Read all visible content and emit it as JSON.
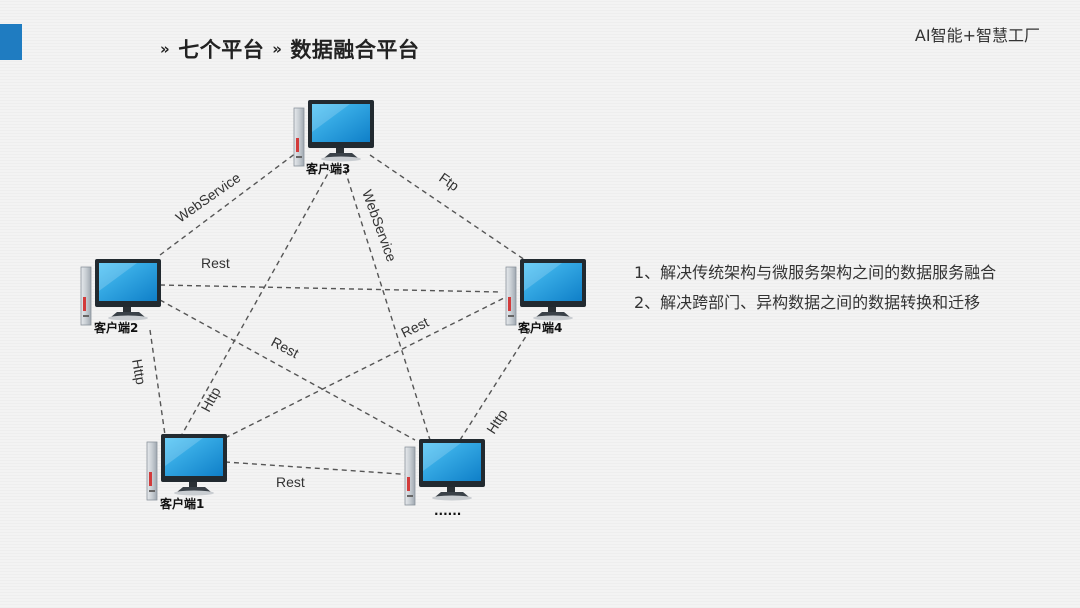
{
  "header": {
    "section_chevron": "»",
    "section_title": "七个平台",
    "subsection_chevron": "»",
    "subsection_title": "数据融合平台",
    "brand": "AI智能+智慧工厂"
  },
  "diagram": {
    "nodes": [
      {
        "id": "client3",
        "label": "客户端3"
      },
      {
        "id": "client2",
        "label": "客户端2"
      },
      {
        "id": "client4",
        "label": "客户端4"
      },
      {
        "id": "client1",
        "label": "客户端1"
      },
      {
        "id": "client_more",
        "label": "......"
      }
    ],
    "edges": [
      {
        "from": "client2",
        "to": "client3",
        "label": "WebService"
      },
      {
        "from": "client3",
        "to": "client_more",
        "label": "WebService"
      },
      {
        "from": "client3",
        "to": "client4",
        "label": "Ftp"
      },
      {
        "from": "client2",
        "to": "client4",
        "label": "Rest"
      },
      {
        "from": "client2",
        "to": "client_more",
        "label": "Rest"
      },
      {
        "from": "client1",
        "to": "client4",
        "label": "Rest"
      },
      {
        "from": "client2",
        "to": "client1",
        "label": "Http"
      },
      {
        "from": "client1",
        "to": "client3",
        "label": "Http"
      },
      {
        "from": "client_more",
        "to": "client4",
        "label": "Http"
      },
      {
        "from": "client1",
        "to": "client_more",
        "label": "Rest"
      }
    ]
  },
  "points": [
    "1、解决传统架构与微服务架构之间的数据服务融合",
    "2、解决跨部门、异构数据之间的数据转换和迁移"
  ],
  "colors": {
    "accent": "#1f7cc1",
    "screen": "#1aa3e8",
    "line": "#555555"
  }
}
